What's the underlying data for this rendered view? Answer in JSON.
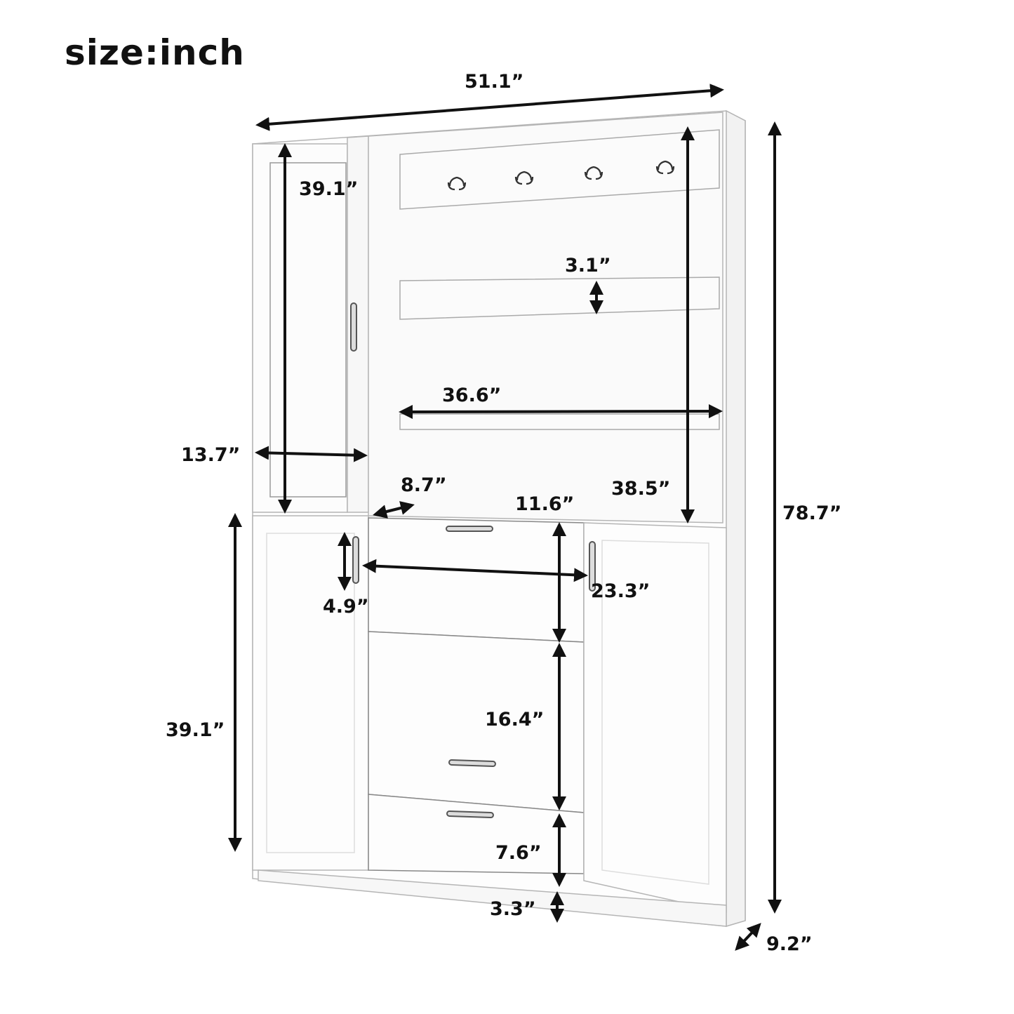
{
  "title": "size:inch",
  "colors": {
    "line": "#111111",
    "furniture": "#9a9a9a",
    "panel": "#fbfbfb",
    "background": "#ffffff"
  },
  "dimensions": {
    "overall_width": "51.1”",
    "overall_height": "78.7”",
    "overall_depth": "9.2”",
    "upper_left_door_height": "39.1”",
    "upper_left_door_width": "13.7”",
    "shelf_gap": "3.1”",
    "shelf_width": "36.6”",
    "upper_right_height": "38.5”",
    "counter_depth": "8.7”",
    "top_drawer_height": "11.6”",
    "handle_length": "4.9”",
    "drawer_width": "23.3”",
    "lower_cabinet_height": "39.1”",
    "middle_drawer_height": "16.4”",
    "bottom_drawer_height": "7.6”",
    "base_height": "3.3”"
  },
  "components": {
    "hooks_count": 4,
    "drawers_count": 3,
    "lower_doors_count": 2,
    "upper_doors_count": 1
  }
}
